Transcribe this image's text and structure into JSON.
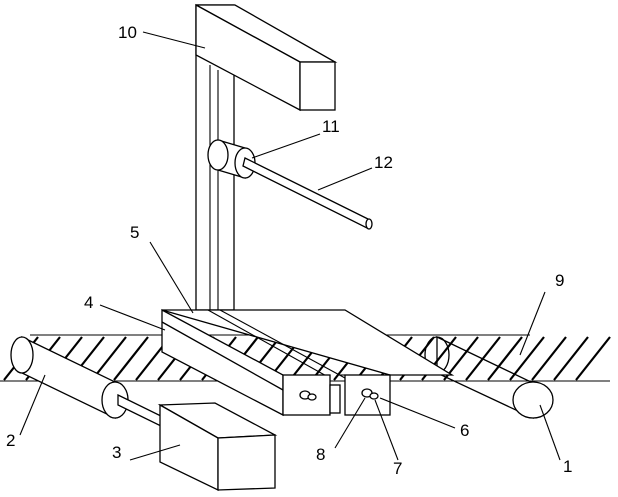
{
  "labels": {
    "n1": "1",
    "n2": "2",
    "n3": "3",
    "n4": "4",
    "n5": "5",
    "n6": "6",
    "n7": "7",
    "n8": "8",
    "n9": "9",
    "n10": "10",
    "n11": "11",
    "n12": "12"
  }
}
